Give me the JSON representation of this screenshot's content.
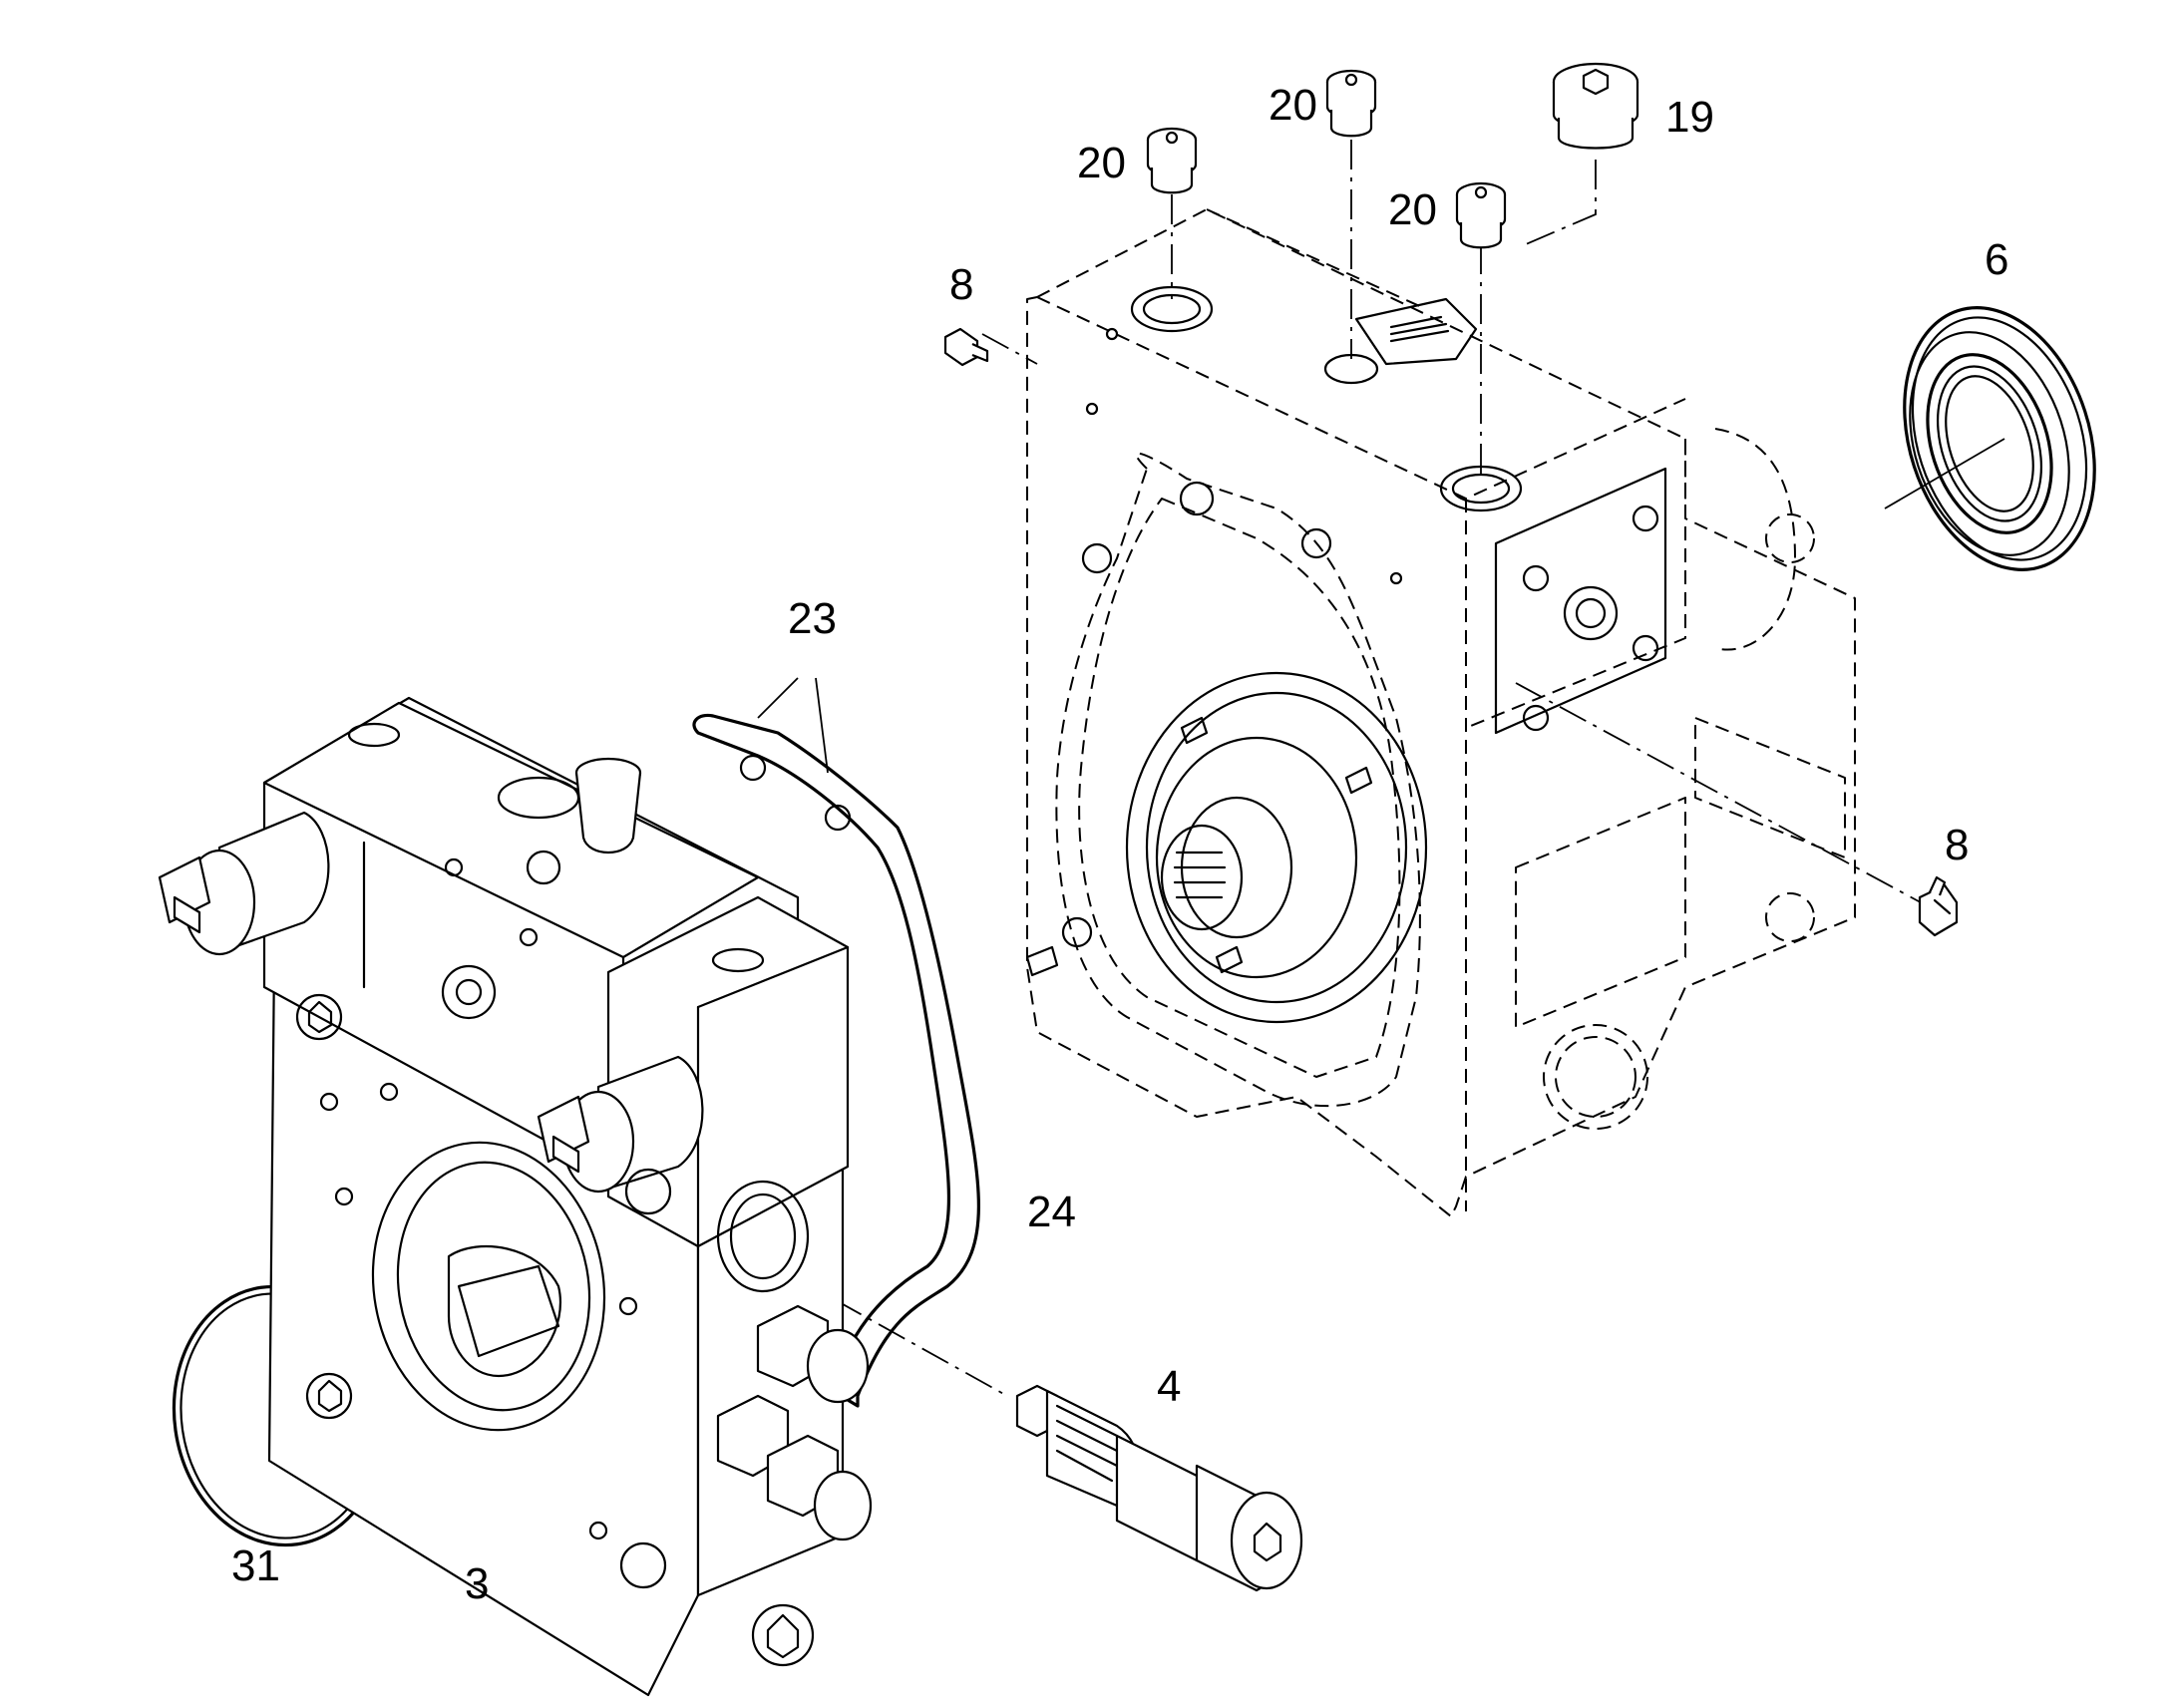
{
  "callouts": {
    "c19": "19",
    "c20a": "20",
    "c20b": "20",
    "c20c": "20",
    "c8a": "8",
    "c8b": "8",
    "c6": "6",
    "c23": "23",
    "c24": "24",
    "c4": "4",
    "c31": "31",
    "c3": "3"
  }
}
